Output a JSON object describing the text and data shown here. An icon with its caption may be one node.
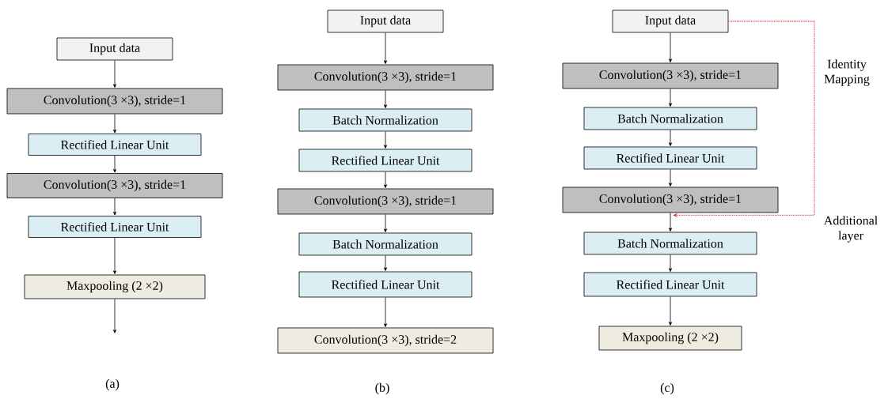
{
  "diagram": {
    "nodes": [
      {
        "text": [
          "Input data"
        ]
      },
      {
        "text": [
          "Convolution(3 ×3), stride=1"
        ]
      },
      {
        "text": [
          "Rectified Linear Unit"
        ]
      },
      {
        "text": [
          "Convolution(3 ×3), stride=1"
        ]
      },
      {
        "text": [
          "Rectified Linear Unit"
        ]
      },
      {
        "text": [
          "Maxpooling (2 ×2)"
        ]
      },
      {
        "text": [
          "Input data"
        ]
      },
      {
        "text": [
          "Convolution(3 ×3), stride=1"
        ]
      },
      {
        "text": [
          "Batch Normalization"
        ]
      },
      {
        "text": [
          "Rectified Linear Unit"
        ]
      },
      {
        "text": [
          "Convolution(3 ×3), stride=1"
        ]
      },
      {
        "text": [
          "Batch Normalization"
        ]
      },
      {
        "text": [
          "Rectified Linear Unit"
        ]
      },
      {
        "text": [
          "Convolution(3 ×3), stride=2"
        ]
      },
      {
        "text": [
          "Input data"
        ]
      },
      {
        "text": [
          "Convolution(3 ×3), stride=1"
        ]
      },
      {
        "text": [
          "Batch Normalization"
        ]
      },
      {
        "text": [
          "Rectified Linear Unit"
        ]
      },
      {
        "text": [
          "Convolution(3 ×3), stride=1"
        ]
      },
      {
        "text": [
          "Batch Normalization"
        ]
      },
      {
        "text": [
          "Rectified Linear Unit"
        ]
      },
      {
        "text": [
          "Maxpooling (2 ×2)"
        ]
      }
    ],
    "edges": [
      {
        "from": 0,
        "to": 1,
        "arrow": "to"
      },
      {
        "from": 1,
        "to": 2,
        "arrow": "to"
      },
      {
        "from": 2,
        "to": 3,
        "arrow": "to"
      },
      {
        "from": 3,
        "to": 4,
        "arrow": "to"
      },
      {
        "from": 4,
        "to": 5,
        "arrow": "to"
      },
      {
        "from": 5,
        "to": null,
        "arrow": "to"
      },
      {
        "from": 6,
        "to": 7,
        "arrow": "to"
      },
      {
        "from": 7,
        "to": 8,
        "arrow": "to"
      },
      {
        "from": 8,
        "to": 9,
        "arrow": "to"
      },
      {
        "from": 9,
        "to": 10,
        "arrow": "to"
      },
      {
        "from": 10,
        "to": 11,
        "arrow": "to"
      },
      {
        "from": 11,
        "to": 12,
        "arrow": "to"
      },
      {
        "from": 12,
        "to": 13,
        "arrow": "to"
      },
      {
        "from": 14,
        "to": 15,
        "arrow": "to"
      },
      {
        "from": 15,
        "to": 16,
        "arrow": "to"
      },
      {
        "from": 16,
        "to": 17,
        "arrow": "to"
      },
      {
        "from": 17,
        "to": 18,
        "arrow": "to"
      },
      {
        "from": 18,
        "to": 19,
        "arrow": "to"
      },
      {
        "from": 19,
        "to": 20,
        "arrow": "to"
      },
      {
        "from": 20,
        "to": 21,
        "arrow": "to"
      },
      {
        "from": 14,
        "to": 18,
        "arrow": "to",
        "style": "dashed",
        "color": "#e03030"
      }
    ],
    "labels": [
      "Identity Mapping",
      "Additional layer",
      "(a)",
      "(b)",
      "(c)"
    ]
  }
}
